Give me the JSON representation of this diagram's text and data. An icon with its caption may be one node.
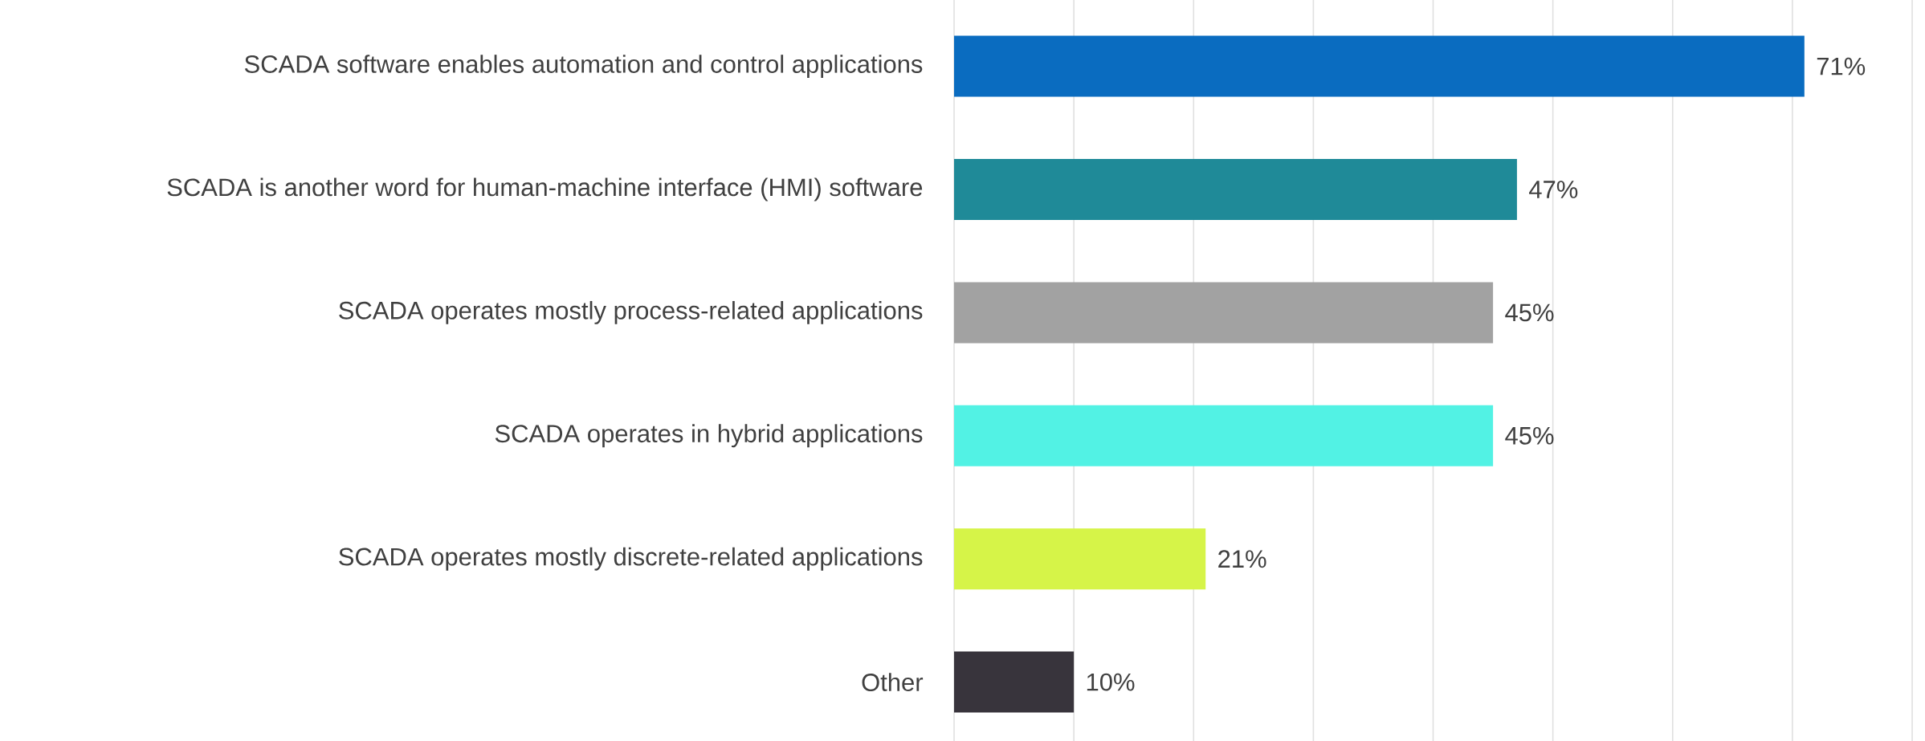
{
  "diagram": {
    "chart_data": {
      "type": "bar",
      "orientation": "horizontal",
      "categories": [
        "SCADA software enables automation and control applications",
        "SCADA is another word for human-machine interface (HMI) software",
        "SCADA operates mostly process-related applications",
        "SCADA operates in hybrid applications",
        "SCADA operates mostly discrete-related applications",
        "Other"
      ],
      "series": [
        {
          "color": [
            "#0a6cc0",
            "#1f8a98",
            "#a2a2a2",
            "#52f2e4",
            "#d6f448",
            "#38343c"
          ],
          "values": [
            71,
            47,
            45,
            45,
            21,
            10
          ]
        }
      ],
      "data_labels": true
    },
    "labels": [
      "%",
      "%",
      "%",
      "%",
      "%",
      "%"
    ]
  }
}
